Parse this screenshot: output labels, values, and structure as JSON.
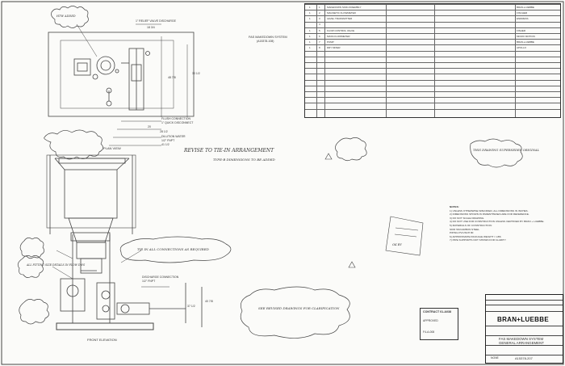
{
  "drawing": {
    "plan_view_label": "PLAN VIEW",
    "front_elevation_label": "FRONT ELEVATION",
    "system_callout": "FAS MAKEDOWN SYSTEM",
    "system_callout_sub": "(A15378-108)"
  },
  "dims": {
    "relief_valve": "1\" RELIEF VALVE DISCHARGE",
    "d_18_3_4": "18 3/4",
    "d_48_7_8": "48 7/8",
    "d_30_1_2": "30 1/2",
    "flush_conn": "FLUSH CONNECTION",
    "flush_conn_sub": "1\" QUICK DISCONNECT",
    "d_20": "20",
    "d_28_1_2": "28 1/2",
    "dilution_water": "DILUTION WATER",
    "dilution_water_sub": "1/2\" FNPT",
    "d_41_1_2": "41 1/2",
    "discharge_conn": "DISCHARGE CONNECTION",
    "discharge_conn_sub": "1/2\" FNPT",
    "d_37_1_2": "37 1/2",
    "d_40_7_8": "40 7/8"
  },
  "handwritten": {
    "revise_title": "REVISE TO TIE-IN ARRANGEMENT",
    "revise_sub": "TYPE-B DIMENSIONS TO BE ADDED",
    "top_right_note": "THIS DRAWING SUPERSEDES ORIGINAL",
    "notes_on_cloud": "HTW ADDED",
    "left_note": "ALL FITTING SIZE DETAILS IN FLOW DWG",
    "mid_note": "TIE IN ALL CONNECTIONS AS REQUIRED",
    "bottom_note": "SEE REVISED DRAWINGS FOR CLARIFICATION",
    "sign_off": "OK BY"
  },
  "bom": {
    "rows": [
      {
        "item": "1",
        "desc": "MAKEDOWN SKID ASSEMBLY",
        "qty": "1",
        "part": "",
        "mfr": "BRAN+LUEBBE"
      },
      {
        "item": "2",
        "desc": "MAGNETIC FLOWMETER",
        "qty": "1",
        "part": "",
        "mfr": "FISCHER"
      },
      {
        "item": "3",
        "desc": "LEVEL TRANSMITTER",
        "qty": "1",
        "part": "",
        "mfr": "ENDRESS"
      },
      {
        "item": "4",
        "desc": "",
        "qty": "",
        "part": "",
        "mfr": ""
      },
      {
        "item": "5",
        "desc": "FLOW CONTROL VALVE",
        "qty": "1",
        "part": "",
        "mfr": "FISHER"
      },
      {
        "item": "6",
        "desc": "MASS FLOWMETER",
        "qty": "1",
        "part": "",
        "mfr": "MICRO MOTION"
      },
      {
        "item": "7",
        "desc": "PUMP",
        "qty": "1",
        "part": "",
        "mfr": "BRAN+LUEBBE"
      },
      {
        "item": "8",
        "desc": "DRY MIXER",
        "qty": "1",
        "part": "",
        "mfr": "APOLLO"
      }
    ]
  },
  "notes": {
    "heading": "NOTES:",
    "items": [
      "1) UNLESS OTHERWISE SPECIFIED, ALL DIMENSIONS IN INCHES.",
      "2) DIMENSIONS SHOWN IN PARENTHESES ARE FOR REFERENCE.",
      "3) DO NOT SCALE DRAWING.",
      "4) DO NOT USE FOR CONSTRUCTION UNLESS CERTIFIED BY BRAN + LUEBBE.",
      "5) MATERIALS OF CONSTRUCTION:",
      "   SKID    SS/CARBON STEEL",
      "   PIPING  PVC/SCH 80",
      "6) APPROXIMATE PACKAGE WEIGHT =          LBS",
      "7) PIPE SUPPORTS NOT SHOWN FOR CLARITY."
    ]
  },
  "contract": {
    "title": "CONTRACT 01-A038",
    "line2": "APPROVED",
    "line3": "F4-A-008"
  },
  "title_block": {
    "brand": "BRAN+LUEBBE",
    "title1": "FAS MAKEDOWN SYSTEM",
    "title2": "GENERAL ARRANGEMENT",
    "dwg_no": "A15378-207",
    "scale_label": "NONE"
  },
  "colors": {
    "ink": "#333333",
    "paper": "#fbfbf9"
  }
}
